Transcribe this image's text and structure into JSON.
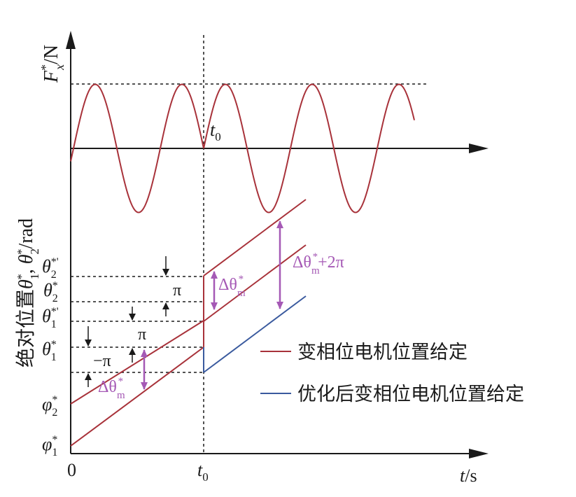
{
  "colors": {
    "axis": "#1a1a1a",
    "red": "#a8323a",
    "blue": "#3a5a9e",
    "purple": "#a559b5"
  },
  "labels": {
    "fx_axis": {
      "main": "F",
      "sup": "*",
      "sub": "x",
      "unit": "/N"
    },
    "theta_axis": {
      "cn": "绝对位置",
      "t1": "θ",
      "t1sub": "1",
      "t1sup": "*",
      "sep": ", ",
      "t2": "θ",
      "t2sub": "2",
      "t2sup": "*",
      "unit": "/rad"
    },
    "t0_top": {
      "main": "t",
      "sub": "0"
    },
    "t0_bottom": {
      "main": "t",
      "sub": "0"
    },
    "origin": "0",
    "time_axis": {
      "main": "t",
      "unit": "/s"
    },
    "theta2_prime": {
      "main": "θ",
      "sub": "2",
      "sup": "*'"
    },
    "theta2": {
      "main": "θ",
      "sub": "2",
      "sup": "*"
    },
    "theta1_prime": {
      "main": "θ",
      "sub": "1",
      "sup": "*'"
    },
    "theta1": {
      "main": "θ",
      "sub": "1",
      "sup": "*"
    },
    "phi2": {
      "main": "φ",
      "sub": "2",
      "sup": "*"
    },
    "phi1": {
      "main": "φ",
      "sub": "1",
      "sup": "*"
    },
    "pi_upper": "π",
    "pi_lower": "π",
    "neg_pi": "−π",
    "delta_left": {
      "main": "Δθ",
      "sub": "m",
      "sup": "*"
    },
    "delta_center": {
      "main": "Δθ",
      "sub": "m",
      "sup": "*"
    },
    "delta_right": {
      "main": "Δθ",
      "sub": "m",
      "sup": "*",
      "tail": "+2π"
    }
  },
  "legend": [
    {
      "label": "变相位电机位置给定",
      "color": "#a8323a"
    },
    {
      "label": "优化后变相位电机位置给定",
      "color": "#3a5a9e"
    }
  ]
}
